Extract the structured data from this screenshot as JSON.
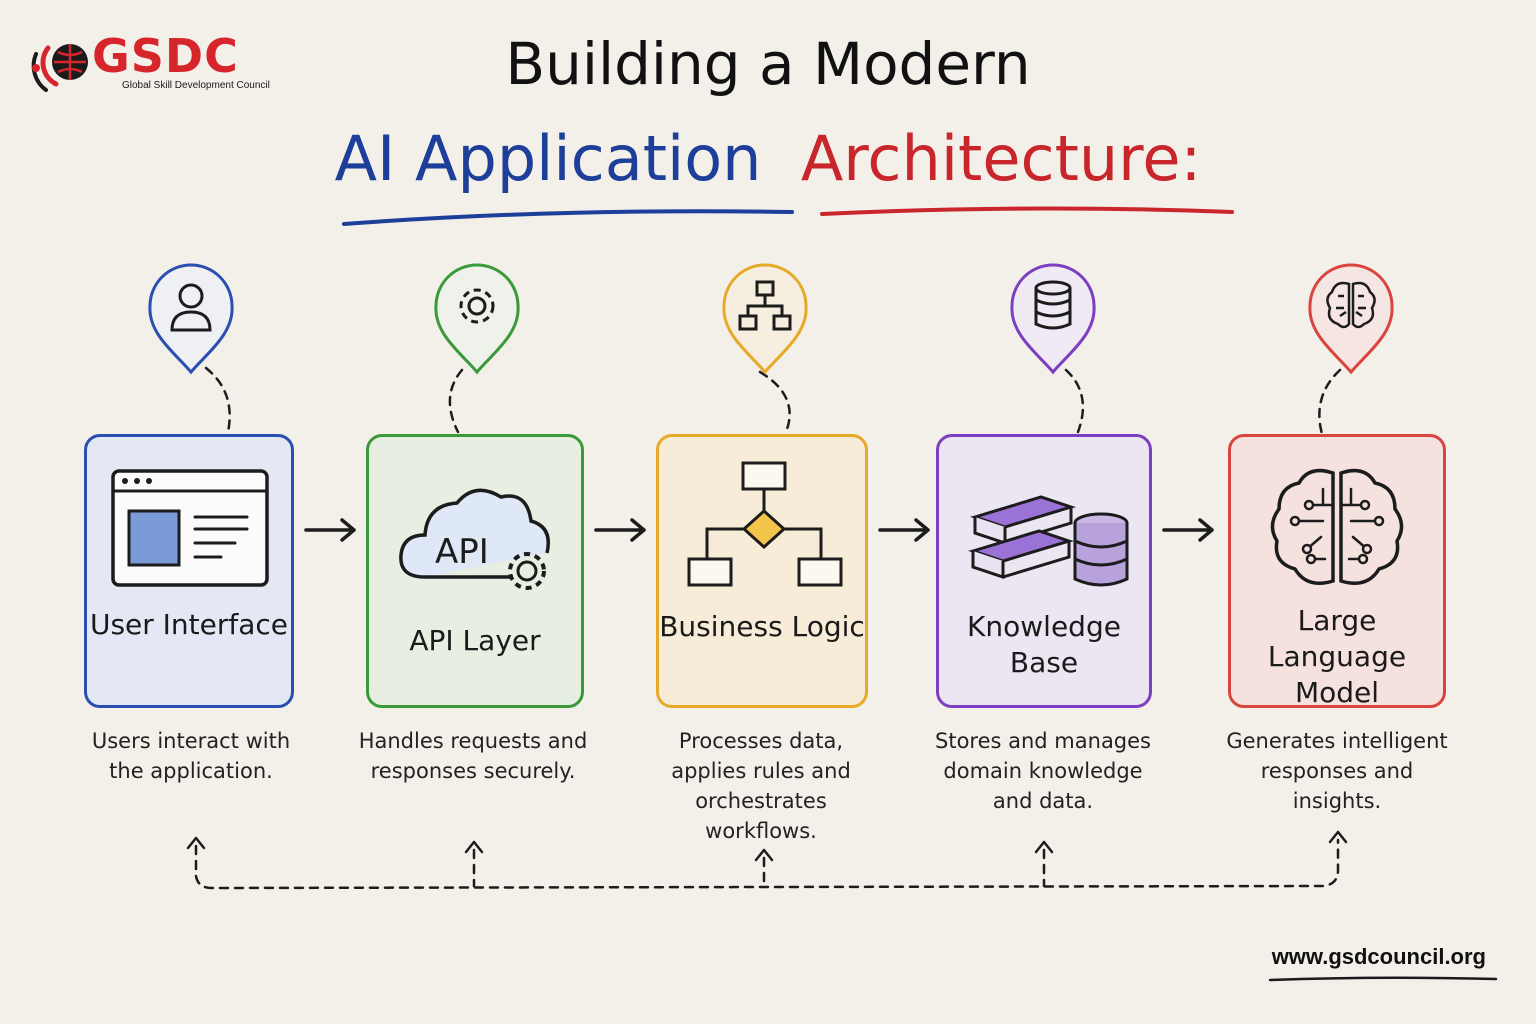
{
  "logo": {
    "word": "GSDC",
    "tagline": "Global Skill Development Council",
    "color": "#d7262b"
  },
  "title": {
    "line1": "Building a Modern",
    "line2_part1": "AI Application",
    "line2_part2": "Architecture:",
    "color_blue": "#1d3f9a",
    "color_red": "#c8262b"
  },
  "steps": [
    {
      "label": "User Interface",
      "description": "Users interact with the application.",
      "color": "#2a4fb0",
      "fill": "#e3e8f4",
      "pin_icon": "user-icon",
      "box_icon": "browser-window-icon"
    },
    {
      "label": "API Layer",
      "description": "Handles requests and responses securely.",
      "color": "#3a9a3a",
      "fill": "#e6efe2",
      "pin_icon": "gear-icon",
      "box_icon": "api-cloud-icon",
      "icon_text": "API"
    },
    {
      "label": "Business Logic",
      "description": "Processes data, applies rules and orchestrates workflows.",
      "color": "#e7a928",
      "fill": "#f7ecd8",
      "pin_icon": "hierarchy-icon",
      "box_icon": "flowchart-icon"
    },
    {
      "label": "Knowledge Base",
      "description": "Stores and manages domain knowledge and data.",
      "color": "#7d3fc2",
      "fill": "#ece5f2",
      "pin_icon": "database-icon",
      "box_icon": "books-database-icon"
    },
    {
      "label": "Large Language Model",
      "description": "Generates intelligent responses and insights.",
      "color": "#d9453e",
      "fill": "#f5e2de",
      "pin_icon": "brain-icon",
      "box_icon": "circuit-brain-icon"
    }
  ],
  "footer": {
    "url": "www.gsdcouncil.org"
  }
}
